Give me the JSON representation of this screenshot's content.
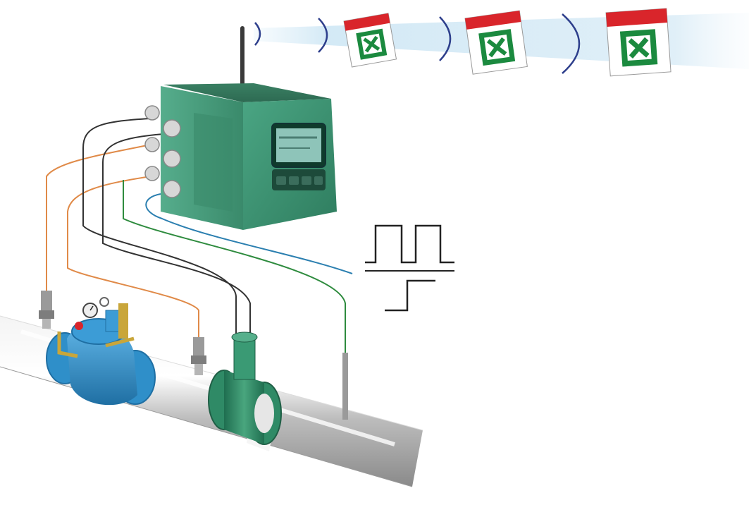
{
  "logger": {
    "brand_text": "",
    "screen_text": "",
    "keypad_keys": 4
  },
  "transmission": {
    "data_packets": 3,
    "packet_icon": "spreadsheet-icon",
    "signal_icon": "wifi-arc-icon"
  },
  "signals": {
    "pulse_count": 2,
    "step_count": 1
  },
  "pipeline": {
    "components": [
      "pressure-sensor-upstream",
      "control-valve",
      "pressure-sensor-downstream",
      "electromagnetic-flowmeter",
      "probe"
    ]
  },
  "colors": {
    "logger_body": "#3f9a77",
    "logger_dark": "#2b6e54",
    "screen": "#8ec4b9",
    "valve": "#2f8fc9",
    "flowmeter": "#2f8a66",
    "pipe": "#c9c9c9",
    "cable_orange": "#e08a48",
    "cable_black": "#333333",
    "cable_green": "#2e8b3e",
    "cable_blue": "#2b7fb0",
    "excel_green": "#1b8a3f",
    "calendar_red": "#d9252b",
    "beam": "#d5ebf6"
  }
}
